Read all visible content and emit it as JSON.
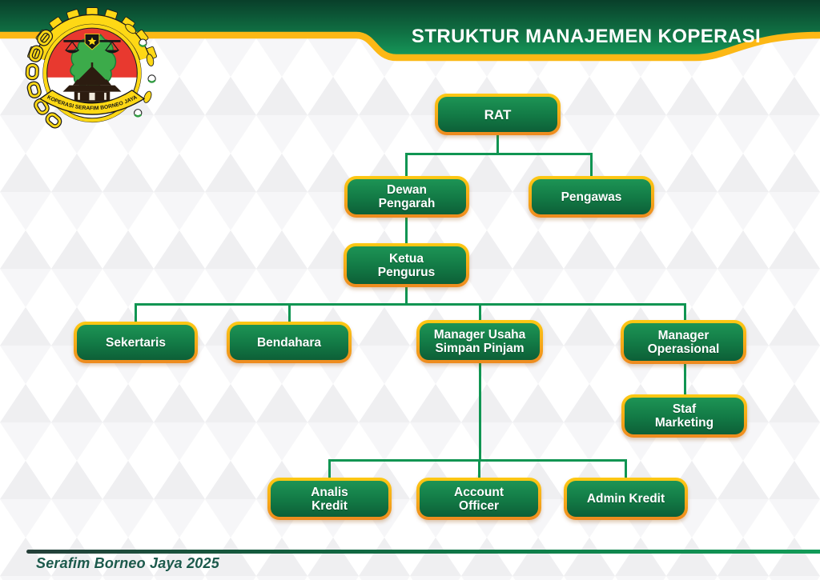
{
  "header": {
    "title": "STRUKTUR MANAJEMEN KOPERASI"
  },
  "logo": {
    "ribbon_text": "KOPERASI SERAFIM BORNEO JAYA"
  },
  "org": {
    "nodes": [
      {
        "id": "rat",
        "label": "RAT",
        "lines": [
          "RAT"
        ],
        "parent": null
      },
      {
        "id": "dewan-pengarah",
        "label": "Dewan Pengarah",
        "lines": [
          "Dewan",
          "Pengarah"
        ],
        "parent": "rat"
      },
      {
        "id": "pengawas",
        "label": "Pengawas",
        "lines": [
          "Pengawas"
        ],
        "parent": "rat"
      },
      {
        "id": "ketua-pengurus",
        "label": "Ketua Pengurus",
        "lines": [
          "Ketua",
          "Pengurus"
        ],
        "parent": "dewan-pengarah"
      },
      {
        "id": "sekertaris",
        "label": "Sekertaris",
        "lines": [
          "Sekertaris"
        ],
        "parent": "ketua-pengurus"
      },
      {
        "id": "bendahara",
        "label": "Bendahara",
        "lines": [
          "Bendahara"
        ],
        "parent": "ketua-pengurus"
      },
      {
        "id": "manager-usaha-simpan-pinjam",
        "label": "Manager Usaha Simpan Pinjam",
        "lines": [
          "Manager Usaha",
          "Simpan Pinjam"
        ],
        "parent": "ketua-pengurus"
      },
      {
        "id": "manager-operasional",
        "label": "Manager Operasional",
        "lines": [
          "Manager",
          "Operasional"
        ],
        "parent": "ketua-pengurus"
      },
      {
        "id": "staf-marketing",
        "label": "Staf Marketing",
        "lines": [
          "Staf",
          "Marketing"
        ],
        "parent": "manager-operasional"
      },
      {
        "id": "analis-kredit",
        "label": "Analis Kredit",
        "lines": [
          "Analis",
          "Kredit"
        ],
        "parent": "manager-usaha-simpan-pinjam"
      },
      {
        "id": "account-officer",
        "label": "Account Officer",
        "lines": [
          "Account",
          "Officer"
        ],
        "parent": "manager-usaha-simpan-pinjam"
      },
      {
        "id": "admin-kredit",
        "label": "Admin Kredit",
        "lines": [
          "Admin Kredit"
        ],
        "parent": "manager-usaha-simpan-pinjam"
      }
    ]
  },
  "footer": {
    "text": "Serafim Borneo Jaya 2025"
  },
  "colors": {
    "accent_yellow": "#fcb815",
    "border_orange": "#ee8a1f",
    "node_green_top": "#1d9455",
    "node_green_bottom": "#0d5f37",
    "header_green_dark": "#093f2a",
    "header_green_light": "#17a05e",
    "connector_green": "#109552",
    "footer_text_green": "#1c5a4c",
    "flag_red": "#e8392f",
    "island_green": "#3cab4a",
    "logo_yellow": "#fed815"
  }
}
